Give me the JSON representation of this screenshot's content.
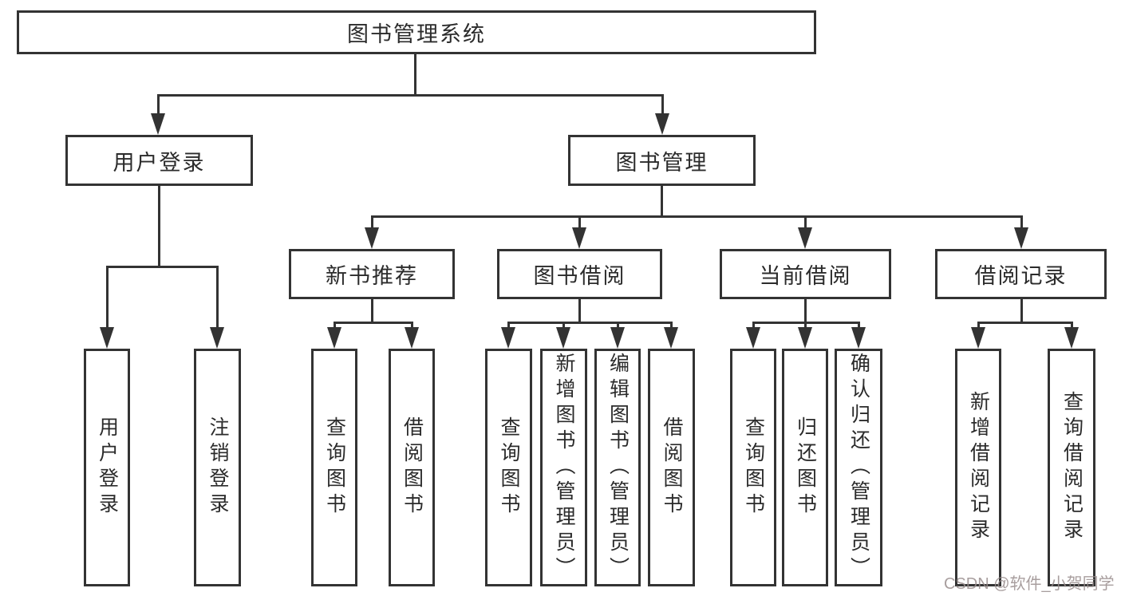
{
  "watermark": "CSDN @软件_小贺同学",
  "diagram": {
    "root": {
      "label": "图书管理系统",
      "children": [
        {
          "label": "用户登录",
          "children": [
            {
              "label": "用户登录"
            },
            {
              "label": "注销登录"
            }
          ]
        },
        {
          "label": "图书管理",
          "children": [
            {
              "label": "新书推荐",
              "children": [
                {
                  "label": "查询图书"
                },
                {
                  "label": "借阅图书"
                }
              ]
            },
            {
              "label": "图书借阅",
              "children": [
                {
                  "label": "查询图书"
                },
                {
                  "label": "新增图书（管理员）"
                },
                {
                  "label": "编辑图书（管理员）"
                },
                {
                  "label": "借阅图书"
                }
              ]
            },
            {
              "label": "当前借阅",
              "children": [
                {
                  "label": "查询图书"
                },
                {
                  "label": "归还图书"
                },
                {
                  "label": "确认归还（管理员）"
                }
              ]
            },
            {
              "label": "借阅记录",
              "children": [
                {
                  "label": "新增借阅记录"
                },
                {
                  "label": "查询借阅记录"
                }
              ]
            }
          ]
        }
      ]
    }
  }
}
